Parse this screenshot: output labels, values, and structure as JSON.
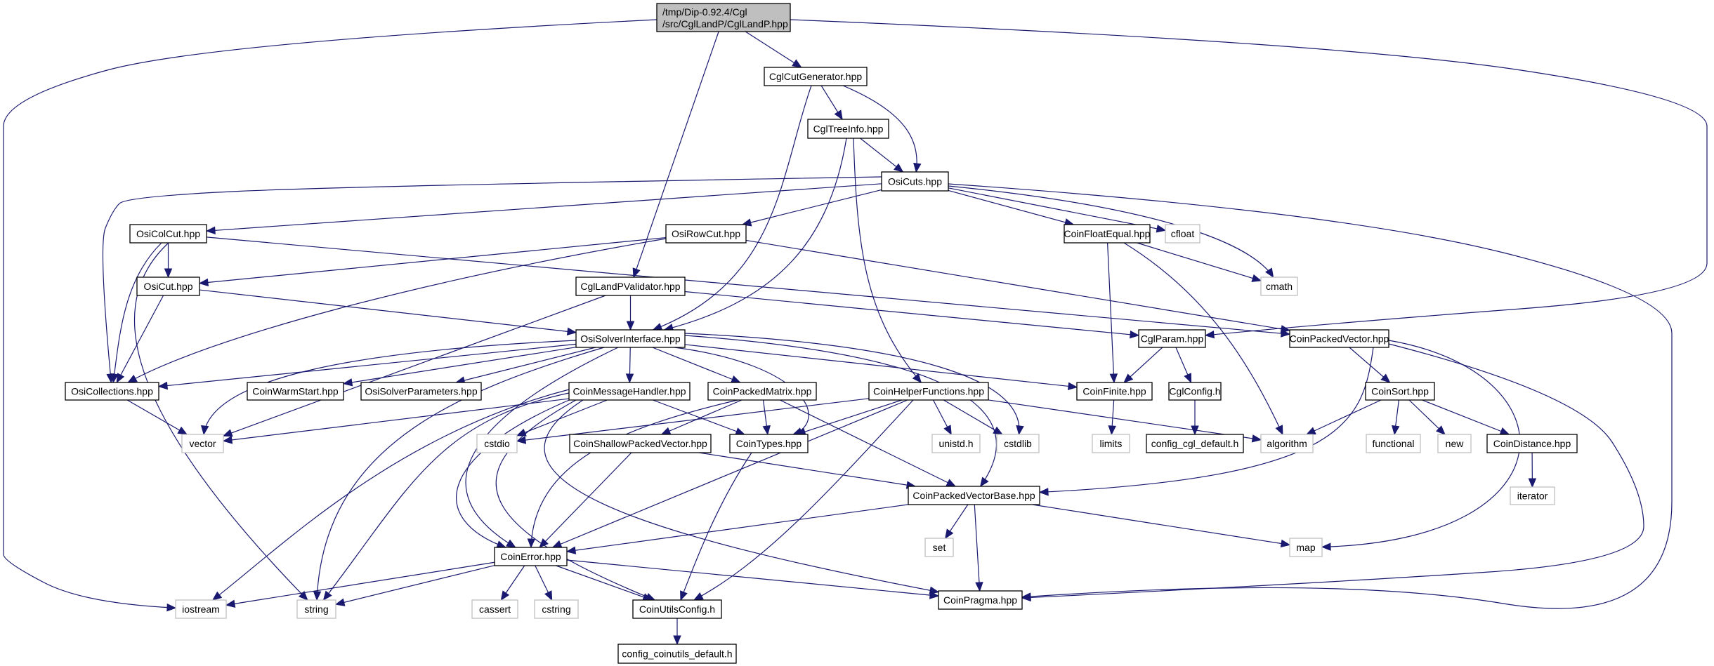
{
  "diagram": {
    "type": "include-dependency-graph",
    "colors": {
      "edge": "#191970",
      "root_fill": "#bfbfbf",
      "root_border": "#000000",
      "node_fill": "#ffffff",
      "node_border": "#000000",
      "external_border": "#bfbfbf"
    },
    "nodes": [
      {
        "id": "root",
        "label": "/tmp/Dip-0.92.4/Cgl\n/src/CglLandP/CglLandP.hpp",
        "kind": "root"
      },
      {
        "id": "CglCutGenerator",
        "label": "CglCutGenerator.hpp",
        "kind": "doc"
      },
      {
        "id": "CglTreeInfo",
        "label": "CglTreeInfo.hpp",
        "kind": "doc"
      },
      {
        "id": "OsiCuts",
        "label": "OsiCuts.hpp",
        "kind": "doc"
      },
      {
        "id": "OsiColCut",
        "label": "OsiColCut.hpp",
        "kind": "doc"
      },
      {
        "id": "OsiRowCut",
        "label": "OsiRowCut.hpp",
        "kind": "doc"
      },
      {
        "id": "CoinFloatEqual",
        "label": "CoinFloatEqual.hpp",
        "kind": "doc"
      },
      {
        "id": "cfloat",
        "label": "cfloat",
        "kind": "ext"
      },
      {
        "id": "cmath",
        "label": "cmath",
        "kind": "ext"
      },
      {
        "id": "OsiCut",
        "label": "OsiCut.hpp",
        "kind": "doc"
      },
      {
        "id": "CglLandPValidator",
        "label": "CglLandPValidator.hpp",
        "kind": "doc"
      },
      {
        "id": "OsiSolverInterface",
        "label": "OsiSolverInterface.hpp",
        "kind": "doc"
      },
      {
        "id": "CglParam",
        "label": "CglParam.hpp",
        "kind": "doc"
      },
      {
        "id": "CoinPackedVector",
        "label": "CoinPackedVector.hpp",
        "kind": "doc"
      },
      {
        "id": "OsiCollections",
        "label": "OsiCollections.hpp",
        "kind": "doc"
      },
      {
        "id": "CoinWarmStart",
        "label": "CoinWarmStart.hpp",
        "kind": "doc"
      },
      {
        "id": "OsiSolverParameters",
        "label": "OsiSolverParameters.hpp",
        "kind": "doc"
      },
      {
        "id": "CoinMessageHandler",
        "label": "CoinMessageHandler.hpp",
        "kind": "doc"
      },
      {
        "id": "CoinPackedMatrix",
        "label": "CoinPackedMatrix.hpp",
        "kind": "doc"
      },
      {
        "id": "CoinHelperFunctions",
        "label": "CoinHelperFunctions.hpp",
        "kind": "doc"
      },
      {
        "id": "CoinFinite",
        "label": "CoinFinite.hpp",
        "kind": "doc"
      },
      {
        "id": "CglConfig",
        "label": "CglConfig.h",
        "kind": "doc"
      },
      {
        "id": "CoinSort",
        "label": "CoinSort.hpp",
        "kind": "doc"
      },
      {
        "id": "vector",
        "label": "vector",
        "kind": "ext"
      },
      {
        "id": "cstdio",
        "label": "cstdio",
        "kind": "ext"
      },
      {
        "id": "CoinShallowPackedVector",
        "label": "CoinShallowPackedVector.hpp",
        "kind": "doc"
      },
      {
        "id": "CoinTypes",
        "label": "CoinTypes.hpp",
        "kind": "doc"
      },
      {
        "id": "unistd",
        "label": "unistd.h",
        "kind": "ext"
      },
      {
        "id": "cstdlib",
        "label": "cstdlib",
        "kind": "ext"
      },
      {
        "id": "limits",
        "label": "limits",
        "kind": "ext"
      },
      {
        "id": "config_cgl_default",
        "label": "config_cgl_default.h",
        "kind": "doc"
      },
      {
        "id": "algorithm",
        "label": "algorithm",
        "kind": "ext"
      },
      {
        "id": "functional",
        "label": "functional",
        "kind": "ext"
      },
      {
        "id": "new",
        "label": "new",
        "kind": "ext"
      },
      {
        "id": "CoinDistance",
        "label": "CoinDistance.hpp",
        "kind": "doc"
      },
      {
        "id": "iterator",
        "label": "iterator",
        "kind": "ext"
      },
      {
        "id": "CoinPackedVectorBase",
        "label": "CoinPackedVectorBase.hpp",
        "kind": "doc"
      },
      {
        "id": "set",
        "label": "set",
        "kind": "ext"
      },
      {
        "id": "map",
        "label": "map",
        "kind": "ext"
      },
      {
        "id": "CoinError",
        "label": "CoinError.hpp",
        "kind": "doc"
      },
      {
        "id": "iostream",
        "label": "iostream",
        "kind": "ext"
      },
      {
        "id": "string",
        "label": "string",
        "kind": "ext"
      },
      {
        "id": "cassert",
        "label": "cassert",
        "kind": "ext"
      },
      {
        "id": "cstring",
        "label": "cstring",
        "kind": "ext"
      },
      {
        "id": "CoinUtilsConfig",
        "label": "CoinUtilsConfig.h",
        "kind": "doc"
      },
      {
        "id": "CoinPragma",
        "label": "CoinPragma.hpp",
        "kind": "doc"
      },
      {
        "id": "config_coinutils_default",
        "label": "config_coinutils_default.h",
        "kind": "doc"
      }
    ],
    "edges": [
      [
        "root",
        "CglCutGenerator"
      ],
      [
        "root",
        "CglLandPValidator"
      ],
      [
        "root",
        "CglParam"
      ],
      [
        "root",
        "iostream"
      ],
      [
        "CglCutGenerator",
        "CglTreeInfo"
      ],
      [
        "CglCutGenerator",
        "OsiCuts"
      ],
      [
        "CglCutGenerator",
        "OsiSolverInterface"
      ],
      [
        "CglTreeInfo",
        "OsiCuts"
      ],
      [
        "CglTreeInfo",
        "OsiSolverInterface"
      ],
      [
        "CglTreeInfo",
        "CoinHelperFunctions"
      ],
      [
        "OsiCuts",
        "OsiCollections"
      ],
      [
        "OsiCuts",
        "OsiColCut"
      ],
      [
        "OsiCuts",
        "OsiRowCut"
      ],
      [
        "OsiCuts",
        "CoinFloatEqual"
      ],
      [
        "OsiCuts",
        "cfloat"
      ],
      [
        "OsiCuts",
        "cmath"
      ],
      [
        "OsiCuts",
        "CoinPragma"
      ],
      [
        "OsiColCut",
        "string"
      ],
      [
        "OsiColCut",
        "OsiCollections"
      ],
      [
        "OsiColCut",
        "OsiCut"
      ],
      [
        "OsiColCut",
        "CoinPackedVector"
      ],
      [
        "OsiRowCut",
        "OsiCut"
      ],
      [
        "OsiRowCut",
        "OsiCollections"
      ],
      [
        "OsiRowCut",
        "CoinPackedVector"
      ],
      [
        "CoinFloatEqual",
        "CoinFinite"
      ],
      [
        "CoinFloatEqual",
        "cmath"
      ],
      [
        "CoinFloatEqual",
        "algorithm"
      ],
      [
        "OsiCut",
        "OsiCollections"
      ],
      [
        "OsiCut",
        "OsiSolverInterface"
      ],
      [
        "CglLandPValidator",
        "OsiSolverInterface"
      ],
      [
        "CglLandPValidator",
        "vector"
      ],
      [
        "CglLandPValidator",
        "CglParam"
      ],
      [
        "OsiSolverInterface",
        "OsiCollections"
      ],
      [
        "OsiSolverInterface",
        "CoinWarmStart"
      ],
      [
        "OsiSolverInterface",
        "OsiSolverParameters"
      ],
      [
        "OsiSolverInterface",
        "CoinMessageHandler"
      ],
      [
        "OsiSolverInterface",
        "CoinPackedMatrix"
      ],
      [
        "OsiSolverInterface",
        "CoinTypes"
      ],
      [
        "OsiSolverInterface",
        "CoinFinite"
      ],
      [
        "OsiSolverInterface",
        "cstdlib"
      ],
      [
        "OsiSolverInterface",
        "CoinPackedVectorBase"
      ],
      [
        "OsiSolverInterface",
        "vector"
      ],
      [
        "OsiSolverInterface",
        "string"
      ],
      [
        "OsiSolverInterface",
        "CoinError"
      ],
      [
        "CglParam",
        "CoinFinite"
      ],
      [
        "CglParam",
        "CglConfig"
      ],
      [
        "CoinPackedVector",
        "CoinSort"
      ],
      [
        "CoinPackedVector",
        "CoinPackedVectorBase"
      ],
      [
        "CoinPackedVector",
        "map"
      ],
      [
        "CoinPackedVector",
        "CoinPragma"
      ],
      [
        "OsiCollections",
        "vector"
      ],
      [
        "CoinMessageHandler",
        "vector"
      ],
      [
        "CoinMessageHandler",
        "cstdio"
      ],
      [
        "CoinMessageHandler",
        "CoinTypes"
      ],
      [
        "CoinMessageHandler",
        "iostream"
      ],
      [
        "CoinMessageHandler",
        "string"
      ],
      [
        "CoinMessageHandler",
        "CoinError"
      ],
      [
        "CoinMessageHandler",
        "CoinUtilsConfig"
      ],
      [
        "CoinMessageHandler",
        "CoinPragma"
      ],
      [
        "CoinPackedMatrix",
        "CoinShallowPackedVector"
      ],
      [
        "CoinPackedMatrix",
        "CoinTypes"
      ],
      [
        "CoinPackedMatrix",
        "CoinPackedVectorBase"
      ],
      [
        "CoinPackedMatrix",
        "CoinError"
      ],
      [
        "CoinHelperFunctions",
        "cstdio"
      ],
      [
        "CoinHelperFunctions",
        "CoinTypes"
      ],
      [
        "CoinHelperFunctions",
        "unistd"
      ],
      [
        "CoinHelperFunctions",
        "cstdlib"
      ],
      [
        "CoinHelperFunctions",
        "algorithm"
      ],
      [
        "CoinHelperFunctions",
        "CoinError"
      ],
      [
        "CoinHelperFunctions",
        "CoinUtilsConfig"
      ],
      [
        "CoinFinite",
        "limits"
      ],
      [
        "CglConfig",
        "config_cgl_default"
      ],
      [
        "CoinSort",
        "algorithm"
      ],
      [
        "CoinSort",
        "functional"
      ],
      [
        "CoinSort",
        "new"
      ],
      [
        "CoinSort",
        "CoinDistance"
      ],
      [
        "CoinDistance",
        "iterator"
      ],
      [
        "CoinShallowPackedVector",
        "CoinPackedVectorBase"
      ],
      [
        "CoinShallowPackedVector",
        "CoinError"
      ],
      [
        "CoinTypes",
        "CoinUtilsConfig"
      ],
      [
        "CoinPackedVectorBase",
        "CoinError"
      ],
      [
        "CoinPackedVectorBase",
        "set"
      ],
      [
        "CoinPackedVectorBase",
        "map"
      ],
      [
        "CoinPackedVectorBase",
        "CoinPragma"
      ],
      [
        "CoinError",
        "iostream"
      ],
      [
        "CoinError",
        "string"
      ],
      [
        "CoinError",
        "cassert"
      ],
      [
        "CoinError",
        "cstring"
      ],
      [
        "CoinError",
        "CoinUtilsConfig"
      ],
      [
        "CoinError",
        "CoinPragma"
      ],
      [
        "CoinUtilsConfig",
        "config_coinutils_default"
      ]
    ]
  }
}
